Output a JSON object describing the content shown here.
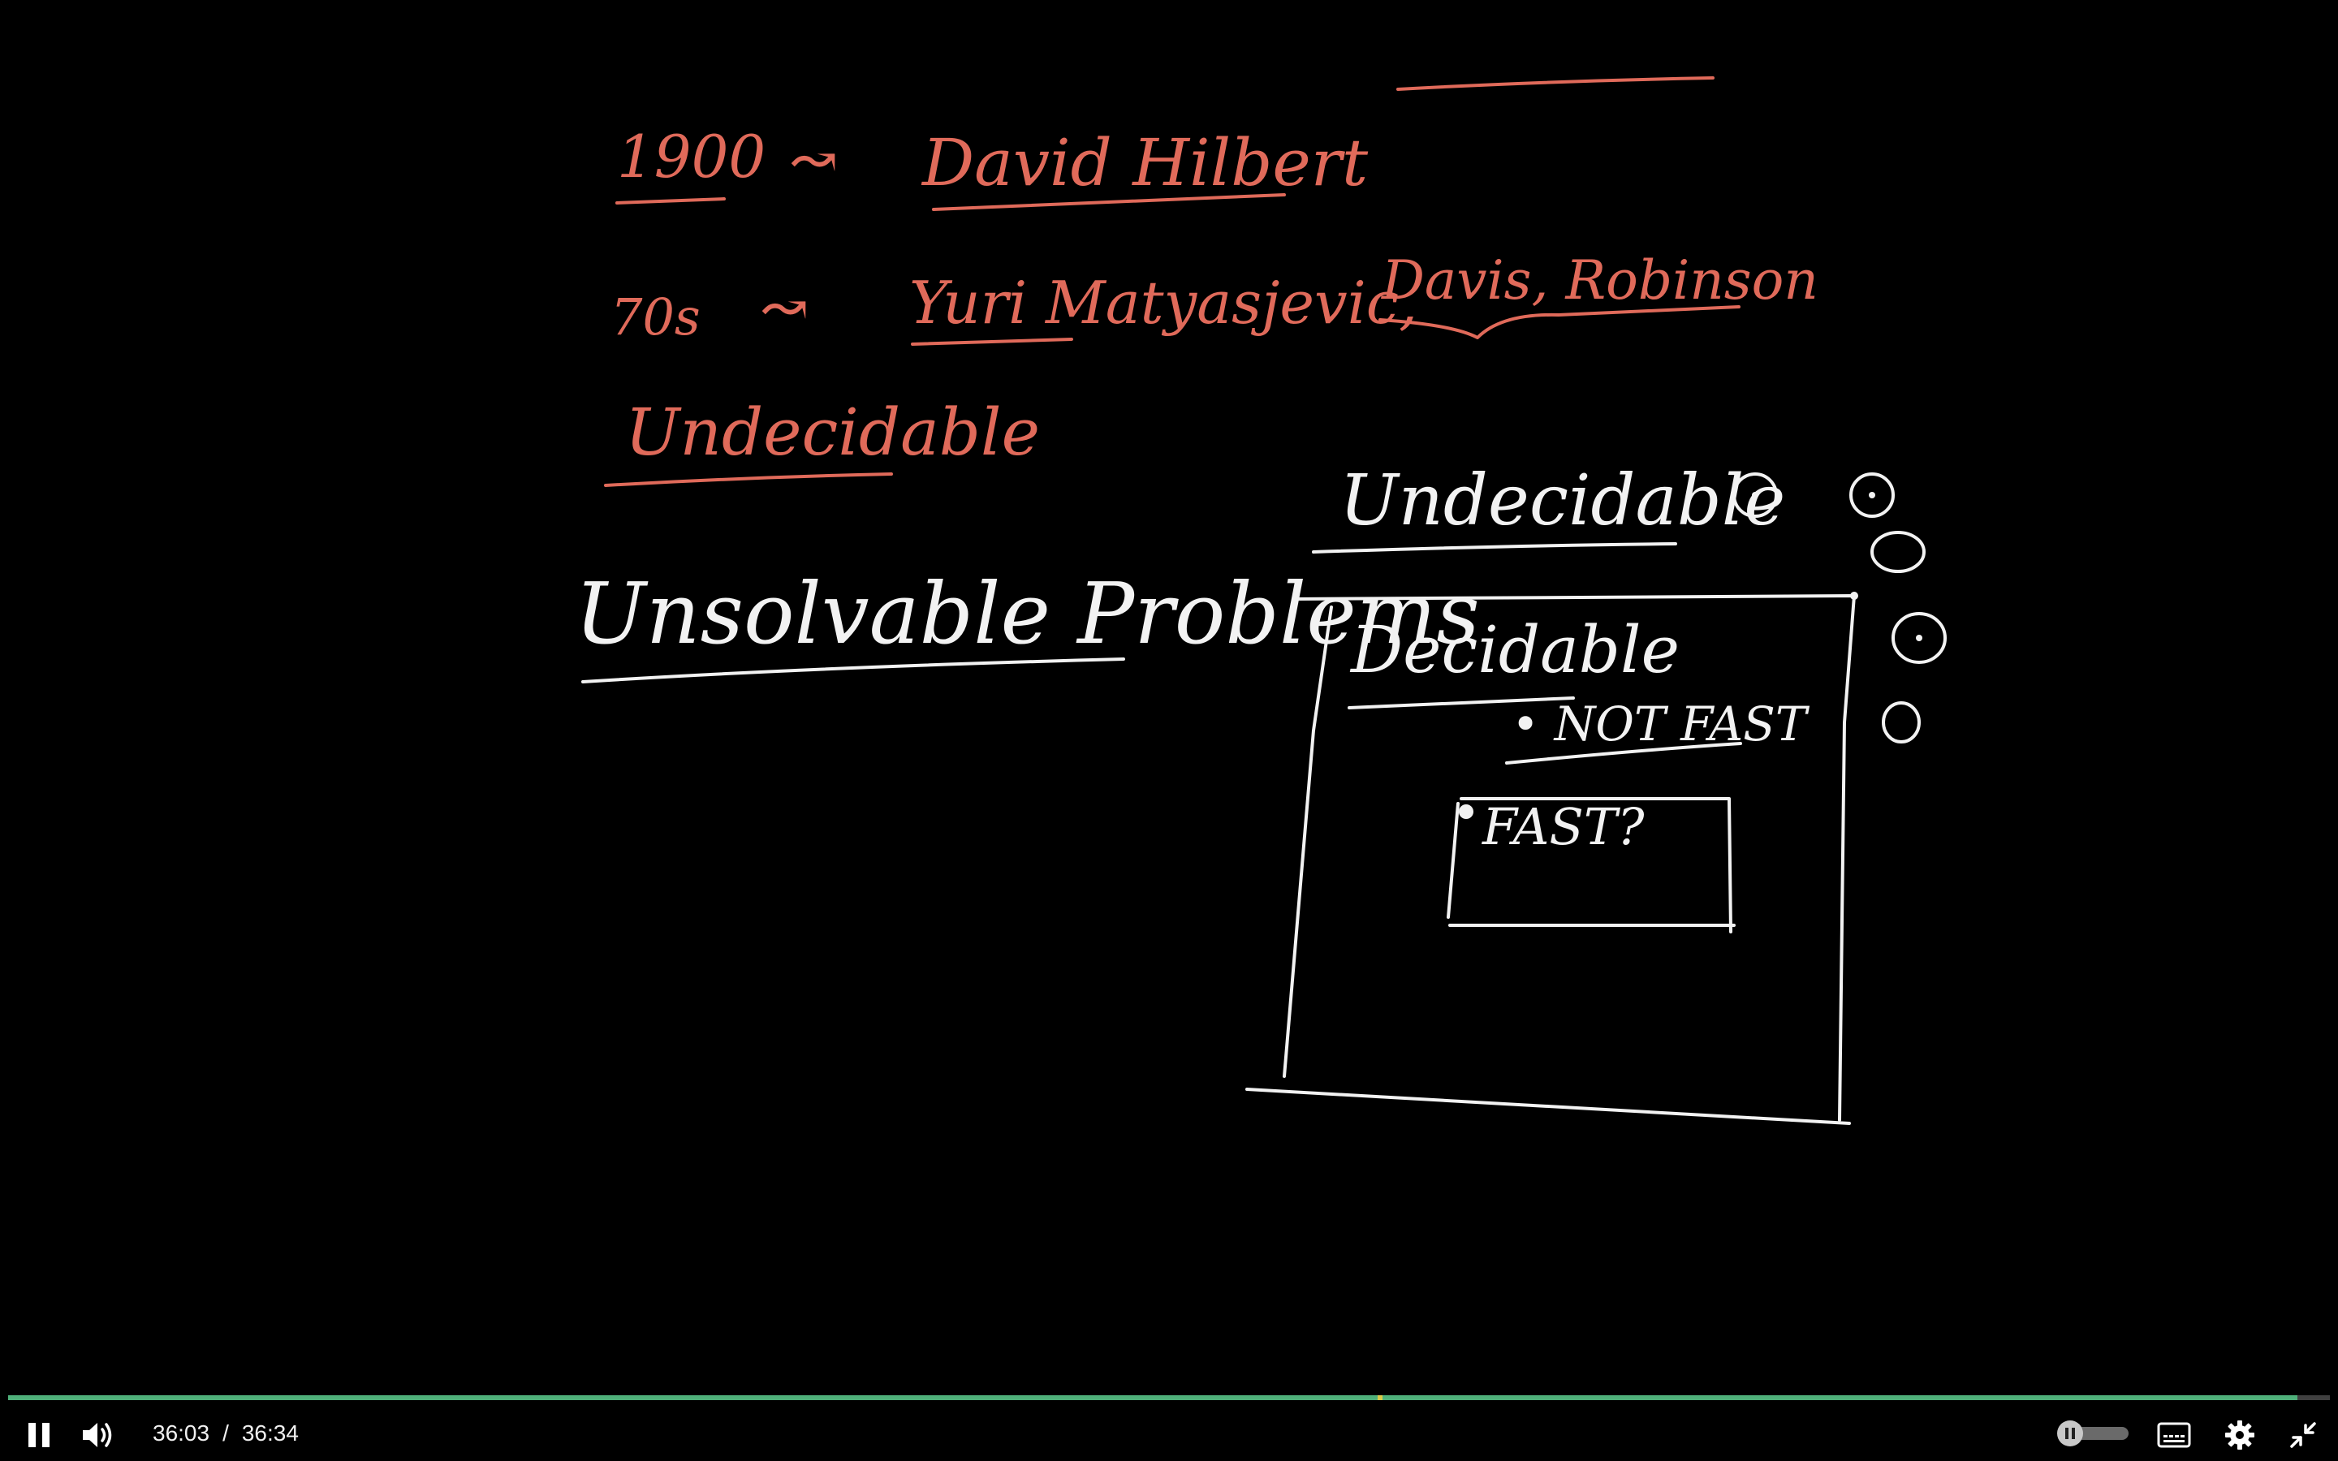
{
  "board": {
    "line_1900_year": "1900",
    "line_1900_arrow": "↝",
    "line_1900_name": "David Hilbert",
    "line_70s_year": "70s",
    "line_70s_arrow": "↝",
    "line_70s_names": "Yuri Matyasjevic,",
    "line_70s_names_2": "Davis, Robinson",
    "undecidable_red": "Undecidable",
    "unsolvable_problems": "Unsolvable Problems",
    "undecidable_white": "Undecidable",
    "decidable": "Decidable",
    "not_fast": "• NOT FAST",
    "fast_q": "FAST?"
  },
  "player": {
    "current_time": "36:03",
    "separator": "/",
    "duration": "36:34",
    "progress_fraction": 0.986,
    "buffered_marker_fraction": 0.59,
    "colors": {
      "progress": "#4fb07a",
      "marker": "#d8c94a",
      "ink_red": "#e06a5a",
      "ink_white": "#f2f2f2"
    },
    "icons": {
      "play_pause": "pause-icon",
      "volume": "volume-icon",
      "ambient": "ambient-toggle-icon",
      "captions": "captions-icon",
      "settings": "gear-icon",
      "fullscreen": "exit-fullscreen-icon"
    }
  }
}
